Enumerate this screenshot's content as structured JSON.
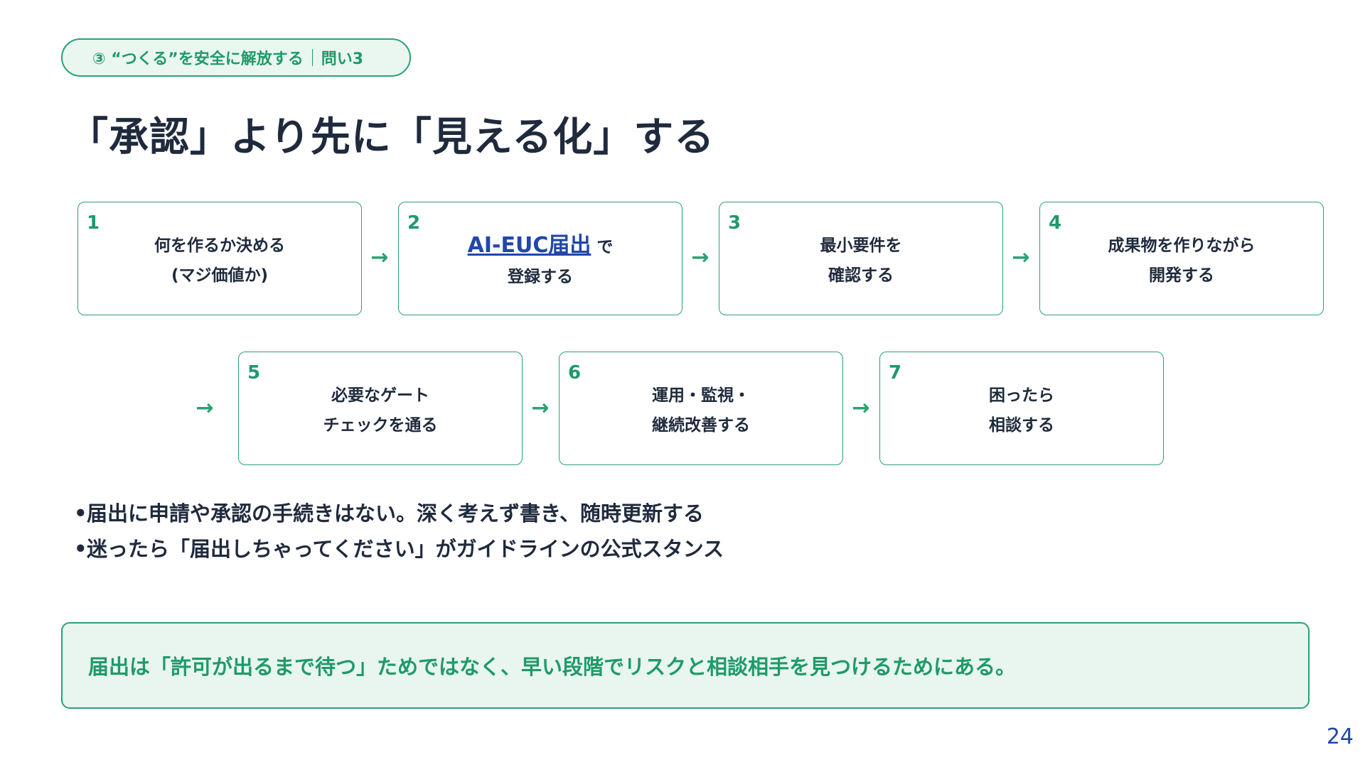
{
  "header": {
    "section_label": "③ “つくる”を安全に解放する",
    "question_label": "問い3"
  },
  "title": "「承認」より先に「見える化」する",
  "steps": [
    {
      "num": "1",
      "line1": "何を作るか決める",
      "line2": "(マジ価値か)"
    },
    {
      "num": "2",
      "link": "AI-EUC届出",
      "line1_suffix": " で",
      "line2": "登録する"
    },
    {
      "num": "3",
      "line1": "最小要件を",
      "line2": "確認する"
    },
    {
      "num": "4",
      "line1": "成果物を作りながら",
      "line2": "開発する"
    },
    {
      "num": "5",
      "line1": "必要なゲート",
      "line2": "チェックを通る"
    },
    {
      "num": "6",
      "line1": "運用・監視・",
      "line2": "継続改善する"
    },
    {
      "num": "7",
      "line1": "困ったら",
      "line2": "相談する"
    }
  ],
  "arrow_glyph": "→",
  "bullets": [
    "届出に申請や承認の手続きはない。深く考えず書き、随時更新する",
    "迷ったら「届出しちゃってください」がガイドラインの公式スタンス"
  ],
  "bullet_marker": "•",
  "callout": "届出は「許可が出るまで待つ」ためではなく、早い段階でリスクと相談相手を見つけるためにある。",
  "page_number": "24",
  "colors": {
    "accent_green": "#2aa271",
    "text_dark": "#1f2a3d",
    "link_blue": "#2147a8",
    "callout_bg": "#e8f6ef"
  }
}
